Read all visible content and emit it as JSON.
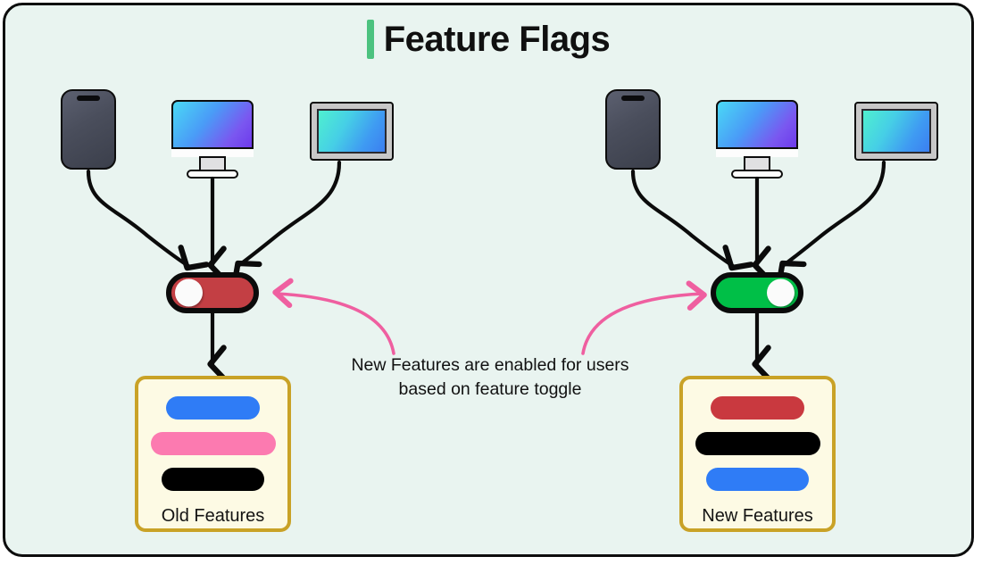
{
  "header": {
    "title": "Feature Flags",
    "accent_color": "#4cc27f"
  },
  "colors": {
    "canvas_background": "#e9f4f0",
    "canvas_border": "#0d0d0d",
    "toggle_off": "#c33f44",
    "toggle_on": "#00bf47",
    "card_background": "#fdfae4",
    "card_border": "#c9a227",
    "flow_arrow": "#0b0b0b",
    "annotation_arrow": "#ef5fa0"
  },
  "annotation": {
    "line1": "New Features are enabled for users",
    "line2": "based on feature toggle"
  },
  "branches": [
    {
      "id": "old",
      "devices": [
        {
          "name": "phone",
          "icon": "mobile-phone-icon"
        },
        {
          "name": "desktop",
          "icon": "desktop-monitor-icon"
        },
        {
          "name": "tv",
          "icon": "tv-display-icon"
        }
      ],
      "toggle": {
        "state": "off",
        "knob_position": "left",
        "color": "#c33f44"
      },
      "card": {
        "label": "Old Features",
        "pills": [
          {
            "color": "#2f7cf6",
            "width": 105
          },
          {
            "color": "#fc7ab0",
            "width": 140
          },
          {
            "color": "#000000",
            "width": 115
          }
        ]
      }
    },
    {
      "id": "new",
      "devices": [
        {
          "name": "phone",
          "icon": "mobile-phone-icon"
        },
        {
          "name": "desktop",
          "icon": "desktop-monitor-icon"
        },
        {
          "name": "tv",
          "icon": "tv-display-icon"
        }
      ],
      "toggle": {
        "state": "on",
        "knob_position": "right",
        "color": "#00bf47"
      },
      "card": {
        "label": "New Features",
        "pills": [
          {
            "color": "#c9393f",
            "width": 105
          },
          {
            "color": "#000000",
            "width": 140
          },
          {
            "color": "#2f7cf6",
            "width": 115
          }
        ]
      }
    }
  ]
}
